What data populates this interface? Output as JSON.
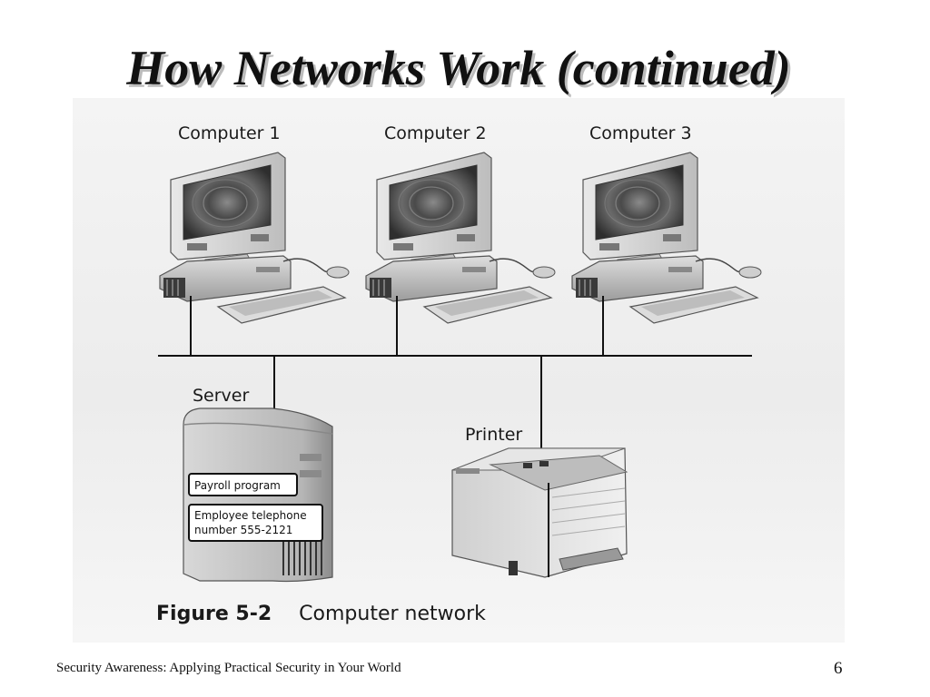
{
  "slide": {
    "title": "How Networks Work (continued)",
    "page_number": "6",
    "footer": "Security Awareness: Applying Practical Security in Your World"
  },
  "diagram": {
    "computers": [
      {
        "label": "Computer 1"
      },
      {
        "label": "Computer 2"
      },
      {
        "label": "Computer 3"
      }
    ],
    "server": {
      "label": "Server",
      "tags": [
        "Payroll program",
        "Employee telephone\nnumber 555-2121"
      ]
    },
    "printer": {
      "label": "Printer"
    },
    "caption": {
      "number": "Figure 5-2",
      "text": "Computer network"
    }
  }
}
